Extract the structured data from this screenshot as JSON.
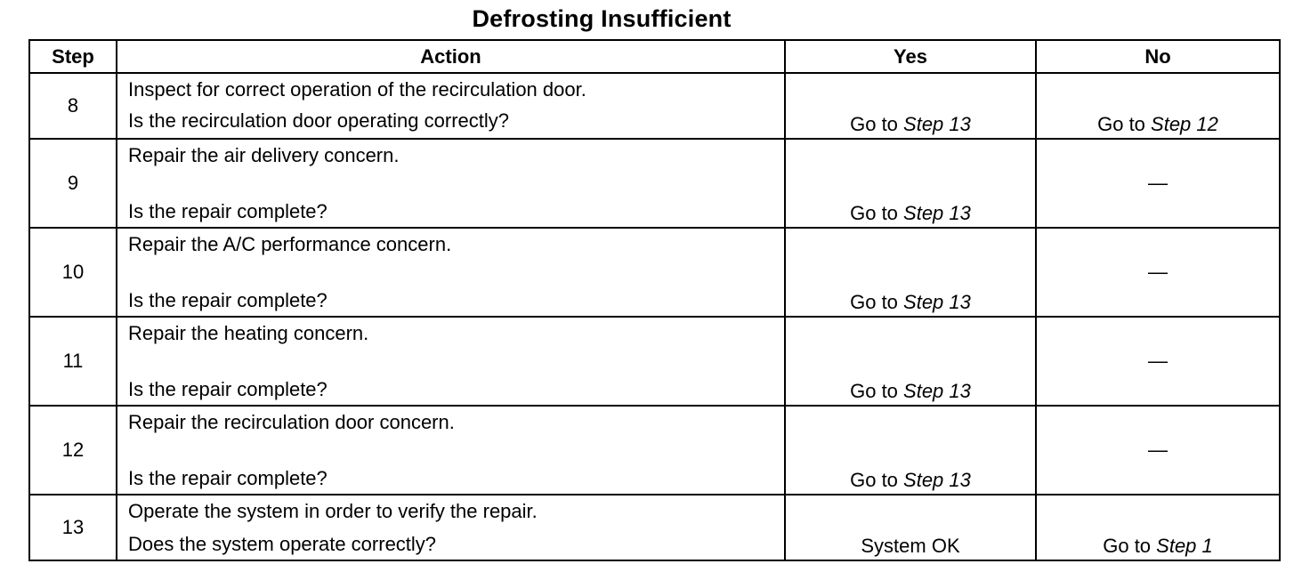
{
  "title": "Defrosting Insufficient",
  "headers": {
    "step": "Step",
    "action": "Action",
    "yes": "Yes",
    "no": "No"
  },
  "rows": [
    {
      "step": "8",
      "action_1": "Inspect for correct operation of the recirculation door.",
      "action_2": "Is the recirculation door operating correctly?",
      "yes_prefix": "Go to ",
      "yes_ref": "Step 13",
      "no_prefix": "Go to ",
      "no_ref": "Step 12"
    },
    {
      "step": "9",
      "action_1": "Repair the air delivery concern.",
      "action_2": "Is the repair complete?",
      "yes_prefix": "Go to ",
      "yes_ref": "Step 13",
      "no": "—"
    },
    {
      "step": "10",
      "action_1": "Repair the A/C performance concern.",
      "action_2": "Is the repair complete?",
      "yes_prefix": "Go to ",
      "yes_ref": "Step 13",
      "no": "—"
    },
    {
      "step": "11",
      "action_1": "Repair the heating concern.",
      "action_2": "Is the repair complete?",
      "yes_prefix": "Go to ",
      "yes_ref": "Step 13",
      "no": "—"
    },
    {
      "step": "12",
      "action_1": "Repair the recirculation door concern.",
      "action_2": "Is the repair complete?",
      "yes_prefix": "Go to ",
      "yes_ref": "Step 13",
      "no": "—"
    },
    {
      "step": "13",
      "action_1": "Operate the system in order to verify the repair.",
      "action_2": "Does the system operate correctly?",
      "yes": "System OK",
      "no_prefix": "Go to ",
      "no_ref": "Step 1"
    }
  ]
}
